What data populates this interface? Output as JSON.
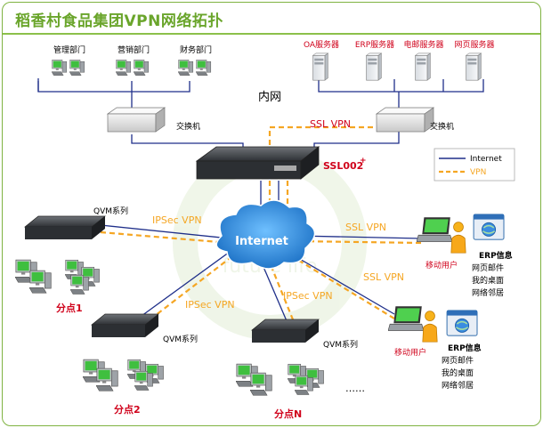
{
  "title": "稻香村食品集团VPN网络拓扑",
  "colors": {
    "accent": "#6aa52b",
    "internet_line": "#1f2f8a",
    "vpn_line": "#f5a623",
    "cloud": "#2f86d8",
    "red_label": "#d0021b"
  },
  "departments": [
    "管理部门",
    "营销部门",
    "财务部门"
  ],
  "servers": [
    "OA服务器",
    "ERP服务器",
    "电邮服务器",
    "网页服务器"
  ],
  "labels": {
    "intranet": "内网",
    "switch": "交换机",
    "ssl_device": "SSL002",
    "ssl_plus": "+",
    "internet": "Internet",
    "qvm": "QVM系列",
    "ipsec_vpn": "IPSec VPN",
    "ssl_vpn": "SSL VPN",
    "mobile_user": "移动用户",
    "branch1": "分点1",
    "branch2": "分点2",
    "branchN": "分点N",
    "ellipsis": "……",
    "watermark": "future life"
  },
  "legend": {
    "internet": "Internet",
    "vpn": "VPN"
  },
  "services": [
    "ERP信息",
    "网页邮件",
    "我的桌面",
    "网络邻居"
  ]
}
